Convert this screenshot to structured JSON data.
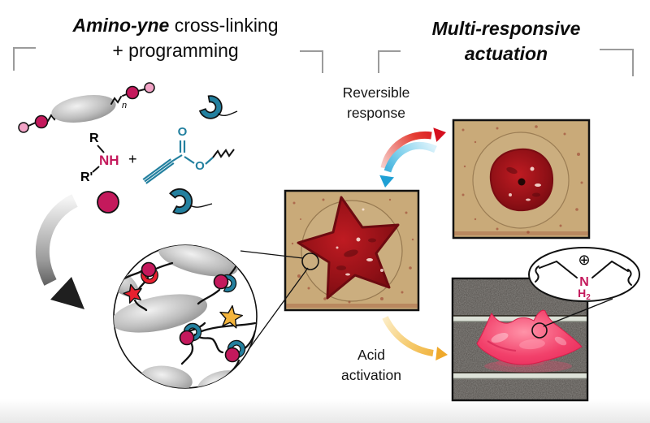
{
  "figure": {
    "left_title": {
      "emphasis": "Amino-yne",
      "rest": " cross-linking",
      "line2": "+ programming"
    },
    "right_title": {
      "line1": "Multi-responsive",
      "line2": "actuation"
    },
    "process_labels": {
      "reversible_line1": "Reversible",
      "reversible_line2": "response",
      "acid_line1": "Acid",
      "acid_line2": "activation"
    },
    "chemistry": {
      "amine_r": "R",
      "amine_nh": "NH",
      "amine_r_prime": "R'",
      "plus": "+",
      "carbonyl_oxygen": "O",
      "ester_oxygen": "O",
      "repeat_subscript": "n",
      "ammonium_charge": "⊕",
      "ammonium_nitrogen": "N",
      "ammonium_hydrogen": "H",
      "ammonium_h_subscript": "2"
    },
    "colors": {
      "crimson_amine": "#C4195C",
      "pink_endgroup": "#F2A3C6",
      "teal_acceptor": "#23809F",
      "red_star": "#E8202F",
      "yellow_star": "#F3B43C",
      "arrow_red": "#D50F1E",
      "arrow_blue": "#1FA0D5",
      "arrow_yellow": "#EFA92B",
      "gel_dark_red": "#9C1119",
      "gel_pink": "#F2416B",
      "photo_tan": "#C9AA79"
    }
  }
}
